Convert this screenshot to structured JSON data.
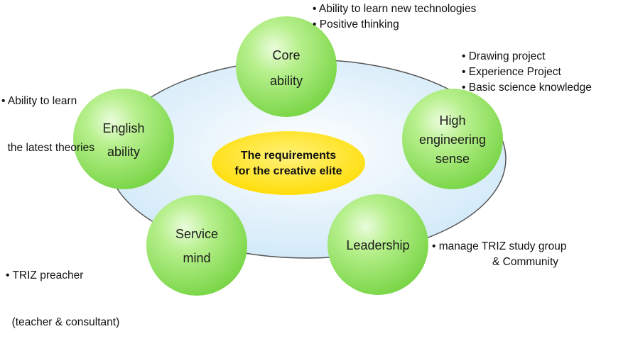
{
  "colors": {
    "node_fill": "#8ee05a",
    "node_highlight": "#e6fbd6",
    "center_fill": "#ffe000",
    "ellipse_fill": "#dff0fb",
    "ellipse_stroke": "#555555"
  },
  "center": {
    "line1": "The requirements",
    "line2": "for the creative elite"
  },
  "nodes": {
    "core": {
      "line1": "Core",
      "line2": "ability"
    },
    "english": {
      "line1": "English",
      "line2": "ability"
    },
    "engineering": {
      "line1": "High",
      "line2": "engineering",
      "line3": "sense"
    },
    "service": {
      "line1": "Service",
      "line2": "mind"
    },
    "leadership": {
      "line1": "Leadership"
    }
  },
  "notes": {
    "core": [
      "• Ability to learn new technologies",
      "• Positive thinking"
    ],
    "english": [
      "• Ability to learn",
      "  the latest theories"
    ],
    "engineering": [
      "• Drawing project",
      "• Experience Project",
      "• Basic science knowledge"
    ],
    "service": [
      "• TRIZ preacher",
      "  (teacher & consultant)"
    ],
    "leadership": [
      "• manage TRIZ study group",
      "& Community"
    ]
  }
}
